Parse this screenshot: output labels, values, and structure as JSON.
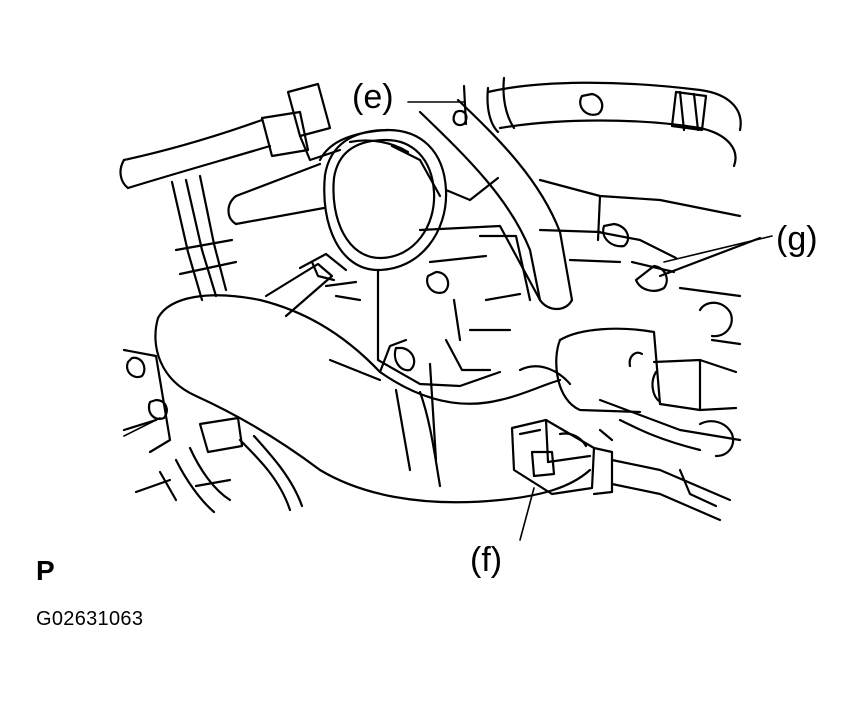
{
  "callouts": {
    "e": "(e)",
    "f": "(f)",
    "g": "(g)"
  },
  "view_letter": "P",
  "figure_code": "G02631063",
  "colors": {
    "line": "#000000",
    "background": "#ffffff"
  }
}
